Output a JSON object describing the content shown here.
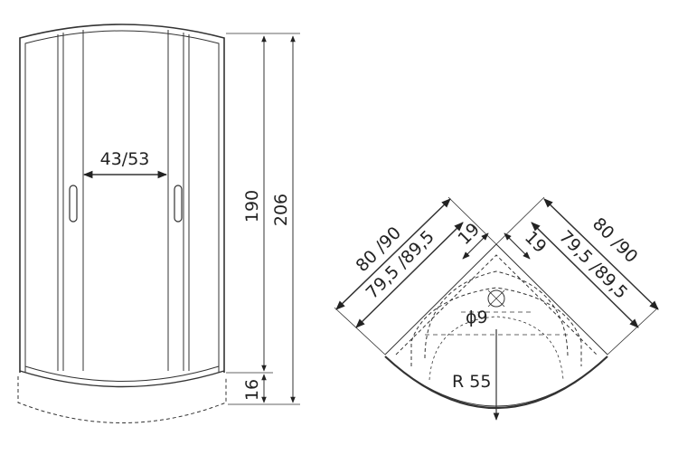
{
  "front_view": {
    "door_opening": "43/53",
    "panel_height": "190",
    "total_height": "206",
    "tray_height": "16"
  },
  "top_view": {
    "left_outer": "80 /90",
    "left_inner": "79,5 /89,5",
    "left_offset": "19",
    "right_outer": "80 /90",
    "right_inner": "79,5 /89,5",
    "right_offset": "19",
    "drain_diameter": "ϕ9",
    "radius": "R 55"
  },
  "colors": {
    "line": "#333333",
    "background": "#ffffff"
  }
}
